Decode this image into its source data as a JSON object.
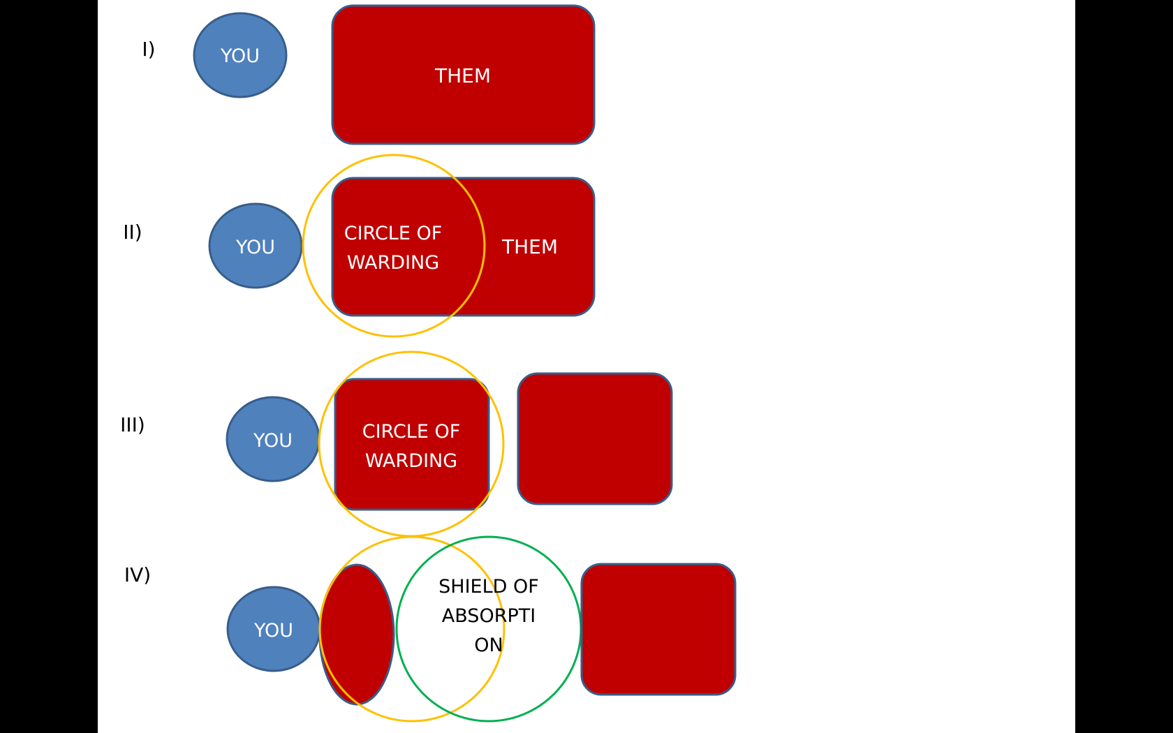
{
  "colors": {
    "background": "#000000",
    "slide": "#ffffff",
    "you_fill": "#4f81bd",
    "you_stroke": "#385d8a",
    "them_fill": "#c00000",
    "them_stroke": "#385d8a",
    "warding_ring": "#ffc000",
    "shield_ring": "#00b050",
    "light_text": "#ffffff",
    "dark_text": "#000000"
  },
  "rows": [
    {
      "numeral": "I)",
      "you": "YOU",
      "them": "THEM"
    },
    {
      "numeral": "II)",
      "you": "YOU",
      "warding": [
        "CIRCLE OF",
        "WARDING"
      ],
      "them": "THEM"
    },
    {
      "numeral": "III)",
      "you": "YOU",
      "warding": [
        "CIRCLE OF",
        "WARDING"
      ]
    },
    {
      "numeral": "IV)",
      "you": "YOU",
      "shield": [
        "SHIELD OF",
        "ABSORPTI",
        "ON"
      ]
    }
  ]
}
